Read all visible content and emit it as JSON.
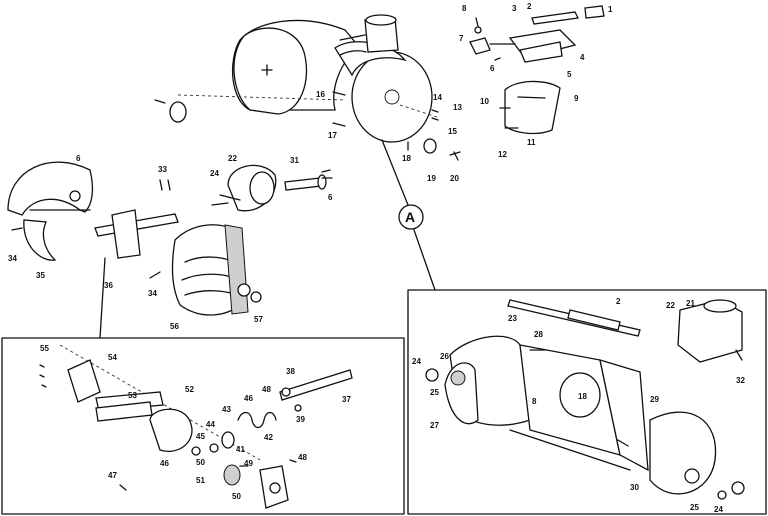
{
  "callouts": {
    "c1": "1",
    "c2": "2",
    "c3": "3",
    "c4": "4",
    "c5": "5",
    "c6": "6",
    "c7": "7",
    "c8": "8",
    "c9": "9",
    "c10": "10",
    "c11": "11",
    "c12": "12",
    "c13": "13",
    "c14": "14",
    "c15": "15",
    "c16": "16",
    "c17": "17",
    "c18": "18",
    "c19": "19",
    "c20": "20",
    "c22": "22",
    "c24": "24",
    "c31": "31",
    "c33": "33",
    "c34": "34",
    "c35": "35",
    "c36": "36",
    "c56": "56",
    "c57": "57",
    "c6b": "6",
    "c6c": "6",
    "c34b": "34",
    "i55": "55",
    "i54": "54",
    "i53": "53",
    "i52": "52",
    "i44": "44",
    "i43": "43",
    "i45": "45",
    "i46": "46",
    "i48": "48",
    "i38": "38",
    "i37": "37",
    "i39": "39",
    "i42": "42",
    "i41": "41",
    "i47": "47",
    "i46b": "46",
    "i51": "51",
    "i50": "50",
    "i49": "49",
    "i48b": "48",
    "i50b": "50",
    "r2": "2",
    "r22": "22",
    "r23": "23",
    "r21": "21",
    "r28": "28",
    "r26": "26",
    "r24": "24",
    "r25": "25",
    "r8": "8",
    "r18": "18",
    "r29": "29",
    "r27": "27",
    "r32": "32",
    "r30": "30",
    "r25b": "25",
    "r24b": "24"
  },
  "view_marker": "A"
}
